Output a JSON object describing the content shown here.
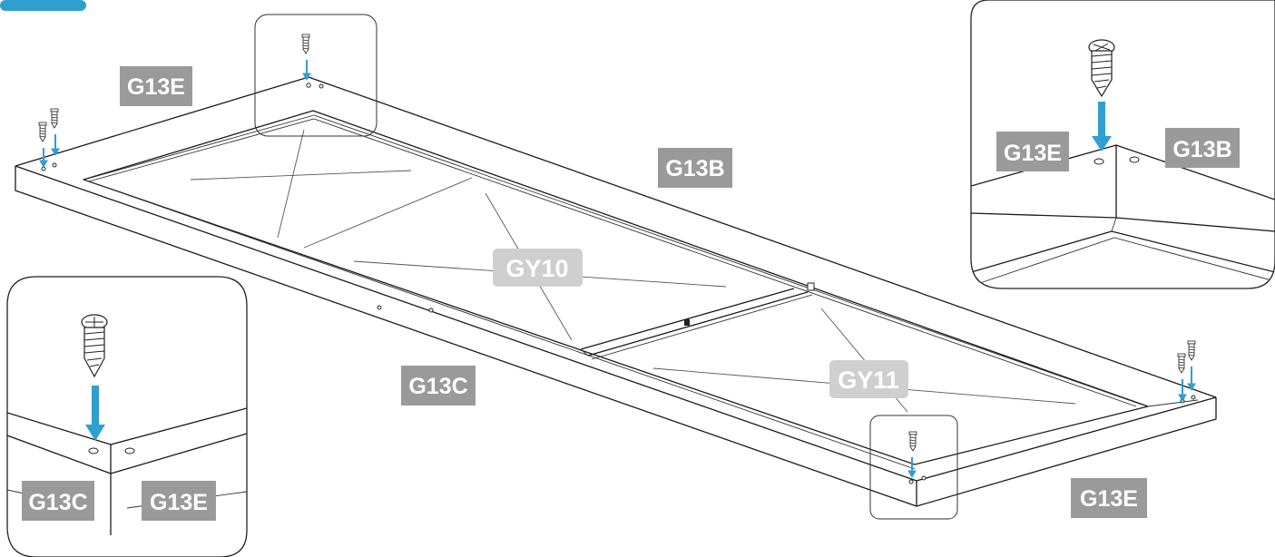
{
  "colors": {
    "label_bg": "#9a9a9a",
    "glass_label_bg": "#cfcfcf",
    "arrow": "#2f9fd0",
    "line": "#1a1a1a",
    "corner_tab": "#2f9fd0"
  },
  "labels": {
    "g13e_top_left": "G13E",
    "g13b_main": "G13B",
    "g13c_main": "G13C",
    "g13e_bottom_right": "G13E",
    "gy10": "GY10",
    "gy11": "GY11"
  },
  "detail_top_right": {
    "left_label": "G13E",
    "right_label": "G13B"
  },
  "detail_bottom_left": {
    "left_label": "G13C",
    "right_label": "G13E"
  }
}
